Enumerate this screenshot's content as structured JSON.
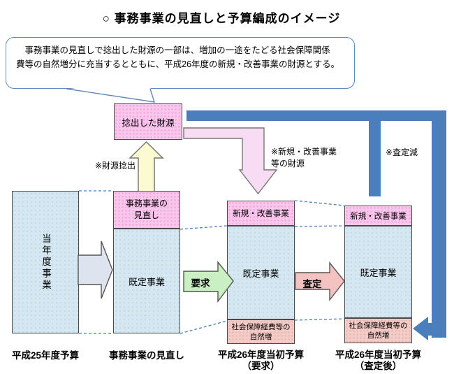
{
  "title": "○ 事務事業の見直しと予算編成のイメージ",
  "callout": {
    "text": "　事務事業の見直しで捻出した財源の一部は、増加の一途をたどる社会保障関係\n費等の自然増分に充当するとともに、平成26年度の新規・改善事業の財源とする。"
  },
  "funding_box": {
    "label": "捻出した財源"
  },
  "annotations": {
    "fund_creation": "※財源捻出",
    "new_improved_funds": "※新規・改善事業\n等の財源",
    "assessment_reduction": "※査定減"
  },
  "arrows": {
    "request": "要求",
    "assessment": "査定"
  },
  "columns": {
    "current_year": {
      "body": "当年度事業",
      "caption": "平成25年度予算"
    },
    "review": {
      "header": "事務事業の\n見直し",
      "body": "既定事業",
      "caption": "事務事業の見直し"
    },
    "request": {
      "header": "新規・改善事業",
      "body": "既定事業",
      "footer": "社会保障経費等の\n自然増",
      "caption": "平成26年度当初予算\n（要求）"
    },
    "assessed": {
      "header": "新規・改善事業",
      "body": "既定事業",
      "footer": "社会保障経費等の\n自然増",
      "caption": "平成26年度当初予算\n（査定後）"
    }
  },
  "colors": {
    "pink_box": "#F9C6EC",
    "salmon_section": "#F3CCC8",
    "light_blue_box": "#D5E7F0",
    "steel_blue_bar": "#4A7EBD",
    "yellow_arrow": "#FBFAD0",
    "pink_elbow_arrow": "#F8DCF3",
    "gray_arrow": "#DEE3F0",
    "green_arrow": "#C9EFC2",
    "assessment_arrow": "#F4C3C1",
    "callout_border": "#6087B8"
  }
}
